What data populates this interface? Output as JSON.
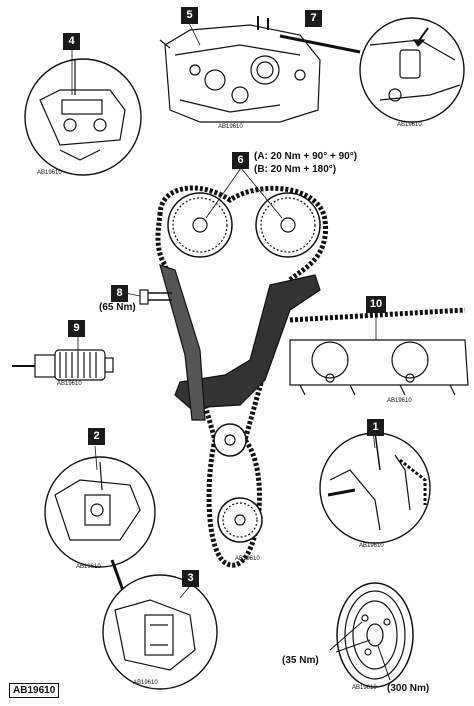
{
  "callouts": {
    "c1": "1",
    "c2": "2",
    "c3": "3",
    "c4": "4",
    "c5": "5",
    "c6": "6",
    "c7": "7",
    "c8": "8",
    "c9": "9",
    "c10": "10"
  },
  "torque": {
    "cam_a": "(A: 20 Nm + 90° + 90°)",
    "cam_b": "(B: 20 Nm + 180°)",
    "tensioner": "(65 Nm)",
    "pulley_bolts": "(35 Nm)",
    "pulley_center": "(300 Nm)"
  },
  "refs": {
    "r5": "AB19610",
    "r7": "AB19610",
    "r4": "AB19610",
    "r9": "AB19610",
    "r10": "AB19610",
    "r1": "AB19610",
    "r2": "AB19610",
    "r3": "AB19610",
    "rmain": "AB19610",
    "rpulley": "AB19610"
  },
  "figure_id": "AB19610",
  "colors": {
    "ink": "#1a1a1a",
    "line": "#111111",
    "paper": "#ffffff",
    "shade": "#d9d9d9"
  }
}
